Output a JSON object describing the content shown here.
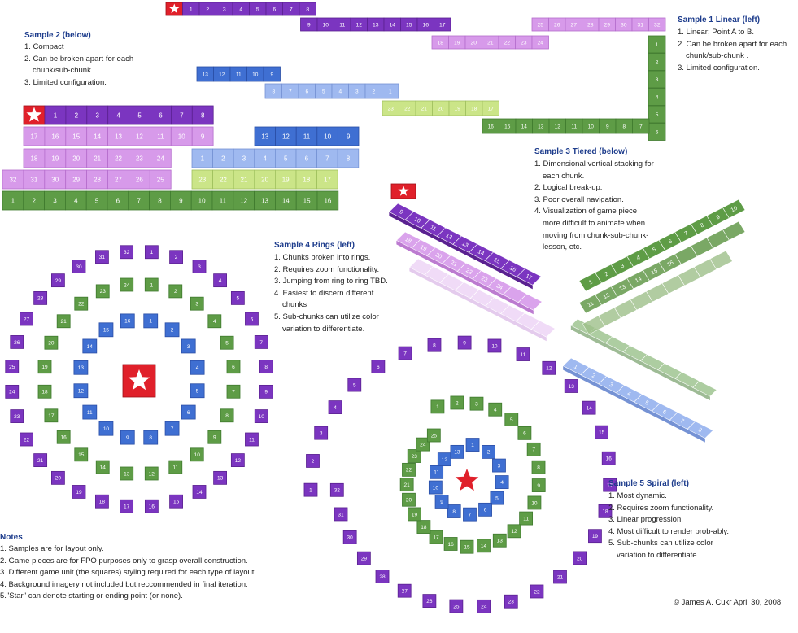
{
  "colors": {
    "purple": "#7b35c0",
    "lavender": "#d79aea",
    "blue": "#3f6fd2",
    "lightblue": "#9fb9f0",
    "green": "#5e9c46",
    "yellowgreen": "#cbe588",
    "star": "#e0202a",
    "title": "#1d3c8c"
  },
  "icons": {
    "start": "star-icon"
  },
  "sample1": {
    "title": "Sample 1 Linear (left)",
    "points": [
      "1. Linear; Point A to B.",
      "2. Can be broken apart for each chunk/sub-chunk .",
      "3. Limited configuration."
    ]
  },
  "sample2": {
    "title": "Sample 2 (below)",
    "points": [
      "1. Compact",
      "2. Can be broken apart for each chunk/sub-chunk .",
      "3. Limited configuration."
    ]
  },
  "sample3": {
    "title": "Sample 3 Tiered (below)",
    "points": [
      "1. Dimensional vertical stacking for each chunk.",
      "2. Logical break-up.",
      "3. Poor overall navigation.",
      "4. Visualization of game piece more difficult to animate when moving from chunk-sub-chunk-lesson, etc."
    ]
  },
  "sample4": {
    "title": "Sample 4 Rings (left)",
    "points": [
      "1. Chunks broken into rings.",
      "2. Requires zoom functionality.",
      "3. Jumping from ring to ring TBD.",
      "4. Easiest to discern different chunks",
      "5. Sub-chunks can utilize color variation to differentiate."
    ]
  },
  "sample5": {
    "title": "Sample 5 Spiral (left)",
    "points": [
      "1. Most dynamic.",
      "2. Requires zoom functionality.",
      "3. Linear progression.",
      "4. Most difficult to render prob-ably.",
      "5. Sub-chunks can utilize color variation to differentiate."
    ]
  },
  "notes": {
    "title": "Notes",
    "points": [
      "1. Samples are for layout only.",
      "2. Game pieces are for FPO purposes only to grasp overall construction.",
      "3. Different game unit (the squares) styling required for each type of layout.",
      "4. Background imagery not included but reccommended in final iteration.",
      "5.\"Star\" can denote starting or ending point (or none)."
    ]
  },
  "copyright": "© James A. Cukr April 30, 2008",
  "sample1_board": [
    {
      "tone": "purple",
      "nums": [
        1,
        2,
        3,
        4,
        5,
        6,
        7,
        8
      ]
    },
    {
      "tone": "purple",
      "nums": [
        9,
        10,
        11,
        12,
        13,
        14,
        15,
        16,
        17
      ]
    },
    {
      "tone": "lavender",
      "nums": [
        18,
        19,
        20,
        21,
        22,
        23,
        24
      ]
    },
    {
      "tone": "lavender",
      "nums": [
        25,
        26,
        27,
        28,
        29,
        30,
        31,
        32
      ]
    },
    {
      "tone": "green",
      "nums": [
        1,
        2,
        3,
        4,
        5,
        6
      ]
    },
    {
      "tone": "green",
      "nums": [
        16,
        15,
        14,
        13,
        12,
        11,
        10,
        9,
        8,
        7
      ]
    },
    {
      "tone": "yellowgreen",
      "nums": [
        23,
        22,
        21,
        20,
        19,
        18,
        17
      ]
    },
    {
      "tone": "lightblue",
      "nums": [
        8,
        7,
        6,
        5,
        4,
        3,
        2,
        1
      ]
    },
    {
      "tone": "blue",
      "nums": [
        13,
        12,
        11,
        10,
        9
      ]
    }
  ],
  "sample2_board": [
    {
      "tone": "purple",
      "nums": [
        1,
        2,
        3,
        4,
        5,
        6,
        7,
        8
      ]
    },
    {
      "tone": "lavender",
      "nums": [
        17,
        16,
        15,
        14,
        13,
        12,
        11,
        10,
        9
      ]
    },
    {
      "tone": "blue",
      "nums": [
        13,
        12,
        11,
        10,
        9
      ]
    },
    {
      "tone": "lavender",
      "nums": [
        18,
        19,
        20,
        21,
        22,
        23,
        24
      ]
    },
    {
      "tone": "lightblue",
      "nums": [
        1,
        2,
        3,
        4,
        5,
        6,
        7,
        8
      ]
    },
    {
      "tone": "lavender",
      "nums": [
        32,
        31,
        30,
        29,
        28,
        27,
        26,
        25
      ]
    },
    {
      "tone": "yellowgreen",
      "nums": [
        23,
        22,
        21,
        20,
        19,
        18,
        17
      ]
    },
    {
      "tone": "green",
      "nums": [
        1,
        2,
        3,
        4,
        5,
        6,
        7,
        8,
        9,
        10,
        11,
        12,
        13,
        14,
        15,
        16
      ]
    }
  ],
  "sample3_board": [
    {
      "tone": "purple",
      "labels": [
        "9",
        "10",
        "11",
        "12",
        "13",
        "14",
        "15",
        "16",
        "17"
      ]
    },
    {
      "tone": "lavender",
      "labels": [
        "18",
        "19",
        "20",
        "21",
        "22",
        "23",
        "24"
      ]
    },
    {
      "tone": "green",
      "labels": [
        "1",
        "2",
        "3",
        "4",
        "5",
        "6",
        "7",
        "8",
        "9",
        "10"
      ]
    },
    {
      "tone": "green",
      "labels": [
        "11",
        "12",
        "13",
        "14",
        "15",
        "16"
      ]
    },
    {
      "tone": "lightblue",
      "labels": [
        "1",
        "2",
        "3",
        "4",
        "5",
        "6",
        "7",
        "8"
      ]
    }
  ],
  "sample4_rings": [
    {
      "tone": "purple",
      "count": 32
    },
    {
      "tone": "green",
      "count": 24
    },
    {
      "tone": "blue",
      "count": 16
    }
  ],
  "sample5_spiral": [
    {
      "tone": "purple",
      "count": 32
    },
    {
      "tone": "green",
      "count": 25
    },
    {
      "tone": "blue",
      "count": 13
    }
  ]
}
